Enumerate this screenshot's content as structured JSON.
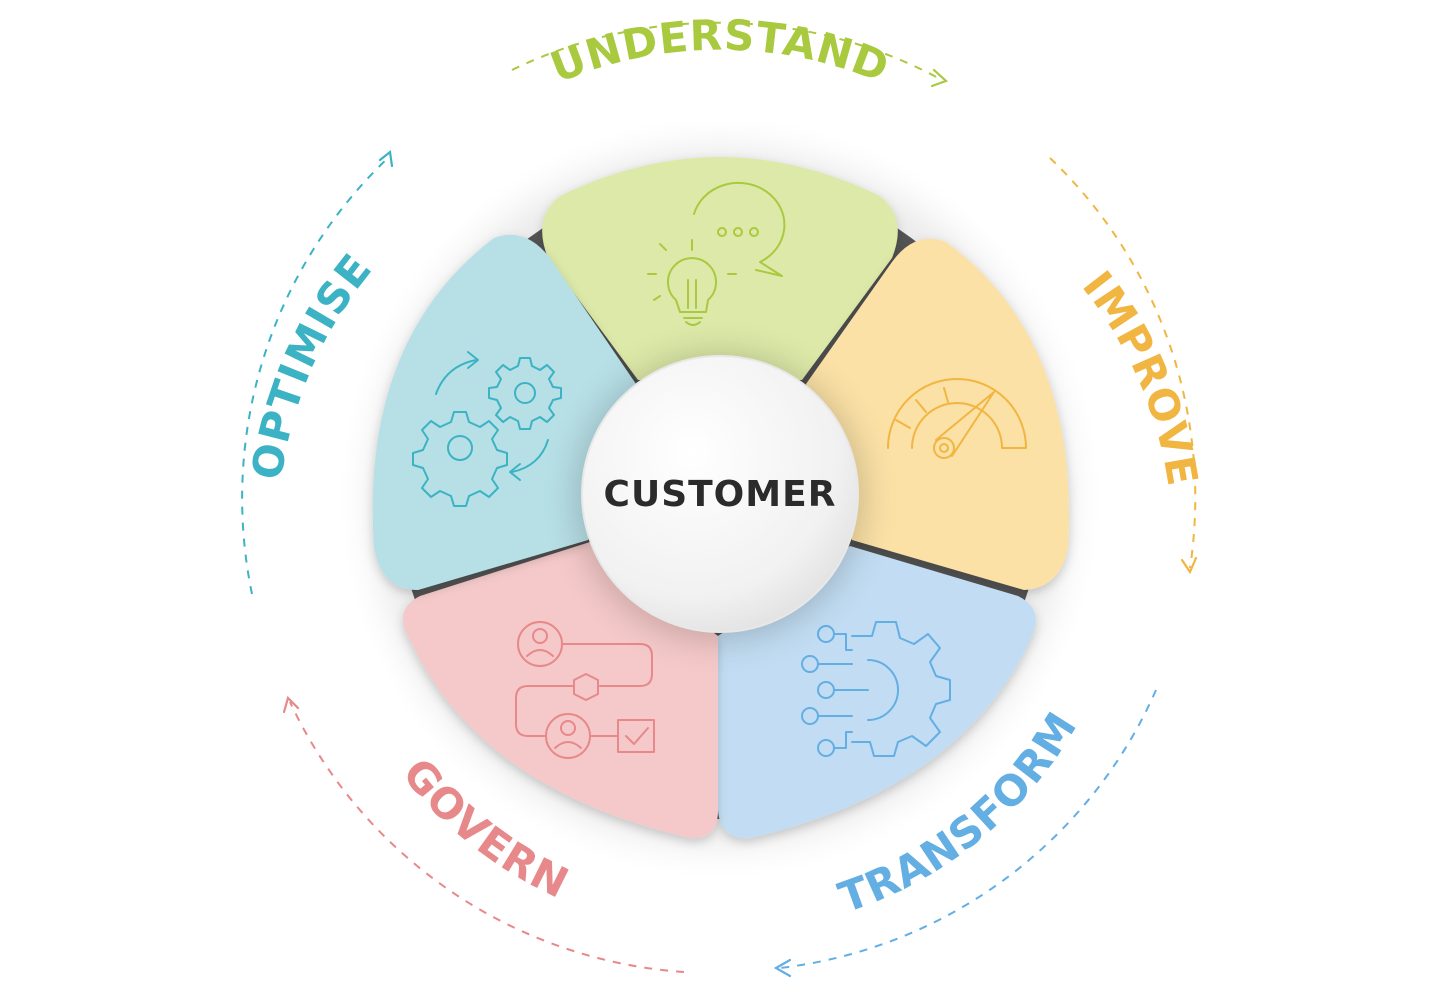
{
  "center": {
    "label": "CUSTOMER",
    "color": "#2b2b2b"
  },
  "stages": [
    {
      "key": "understand",
      "label": "UNDERSTAND",
      "color": "#a9c93f",
      "fill": "#dde9a8",
      "icon": "lightbulb-speech-bubble-icon"
    },
    {
      "key": "improve",
      "label": "IMPROVE",
      "color": "#f1b541",
      "fill": "#fbe1a6",
      "icon": "speedometer-gauge-icon"
    },
    {
      "key": "transform",
      "label": "TRANSFORM",
      "color": "#63aee3",
      "fill": "#c2ddf3",
      "icon": "gear-circuit-icon"
    },
    {
      "key": "govern",
      "label": "GOVERN",
      "color": "#e7888a",
      "fill": "#f5c9c9",
      "icon": "user-workflow-checkbox-icon"
    },
    {
      "key": "optimise",
      "label": "OPTIMISE",
      "color": "#3bb3c4",
      "fill": "#b7dfe6",
      "icon": "gears-cycle-icon"
    }
  ]
}
